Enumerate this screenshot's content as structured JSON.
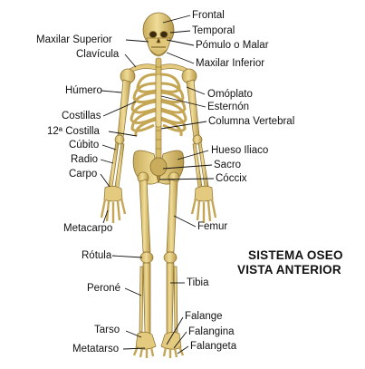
{
  "title": {
    "line1": "SISTEMA OSEO",
    "line2": "VISTA ANTERIOR"
  },
  "labels": {
    "frontal": "Frontal",
    "temporal": "Temporal",
    "maxilar_superior": "Maxilar Superior",
    "pomulo": "Pómulo o Malar",
    "clavicula": "Clavícula",
    "maxilar_inferior": "Maxilar Inferior",
    "humero": "Húmero",
    "omoplato": "Omóplato",
    "esternon": "Esternón",
    "costillas": "Costillas",
    "columna": "Columna Vertebral",
    "costilla_12": "12ª Costilla",
    "cubito": "Cúbito",
    "hueso_iliaco": "Hueso Iliaco",
    "radio": "Radio",
    "sacro": "Sacro",
    "carpo": "Carpo",
    "coccix": "Cóccix",
    "metacarpo": "Metacarpo",
    "femur": "Femur",
    "rotula": "Rótula",
    "tibia": "Tibia",
    "perone": "Peroné",
    "falange": "Falange",
    "tarso": "Tarso",
    "falangina": "Falangina",
    "metatarso": "Metatarso",
    "falangeta": "Falangeta"
  },
  "colors": {
    "bone": "#e8d28a",
    "bone_shadow": "#b89a4a",
    "bone_dark": "#8a6e2e",
    "leader_line": "#111111",
    "text": "#111111"
  }
}
